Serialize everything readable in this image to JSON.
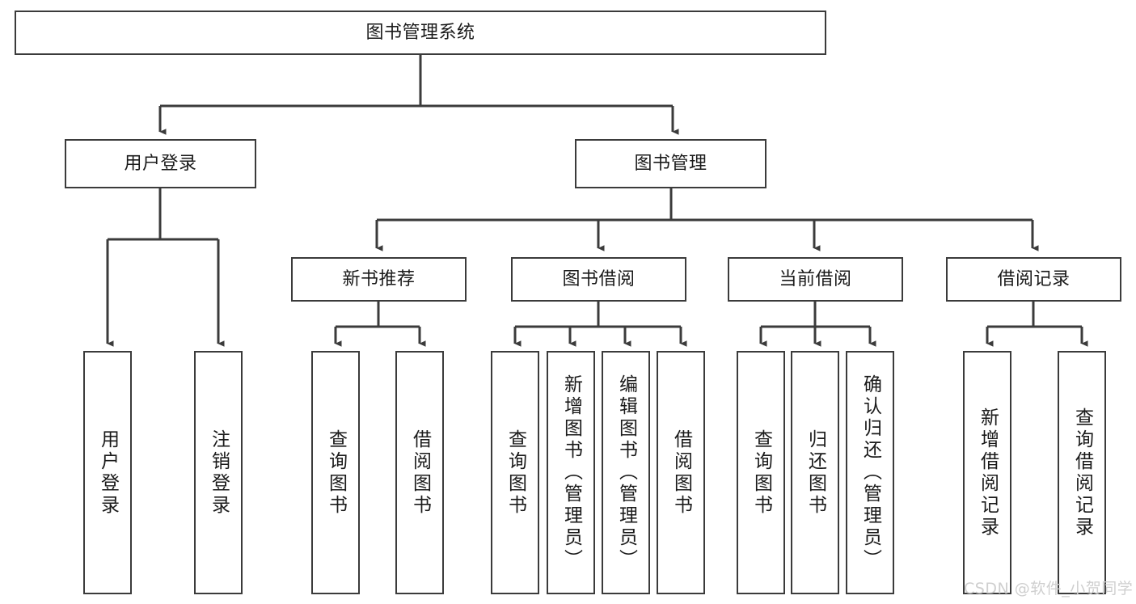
{
  "diagram": {
    "title": "图书管理系统",
    "type": "functional-structure-tree",
    "root": {
      "label": "图书管理系统"
    },
    "level2": [
      {
        "label": "用户登录"
      },
      {
        "label": "图书管理"
      }
    ],
    "level3": [
      {
        "label": "新书推荐"
      },
      {
        "label": "图书借阅"
      },
      {
        "label": "当前借阅"
      },
      {
        "label": "借阅记录"
      }
    ],
    "leaves": {
      "user_login": [
        {
          "label": "用户登录"
        },
        {
          "label": "注销登录"
        }
      ],
      "new_book_recommend": [
        {
          "label": "查询图书"
        },
        {
          "label": "借阅图书"
        }
      ],
      "book_borrow": [
        {
          "label": "查询图书"
        },
        {
          "label": "新增图书（管理员）"
        },
        {
          "label": "编辑图书（管理员）"
        },
        {
          "label": "借阅图书"
        }
      ],
      "current_borrow": [
        {
          "label": "查询图书"
        },
        {
          "label": "归还图书"
        },
        {
          "label": "确认归还（管理员）"
        }
      ],
      "borrow_record": [
        {
          "label": "新增借阅记录"
        },
        {
          "label": "查询借阅记录"
        }
      ]
    }
  },
  "watermark": {
    "text": "CSDN @软件_小贺同学"
  },
  "colors": {
    "stroke": "#3b3b3b",
    "background": "#ffffff",
    "text": "#1a1a1a",
    "watermark": "#cfcfcf"
  }
}
